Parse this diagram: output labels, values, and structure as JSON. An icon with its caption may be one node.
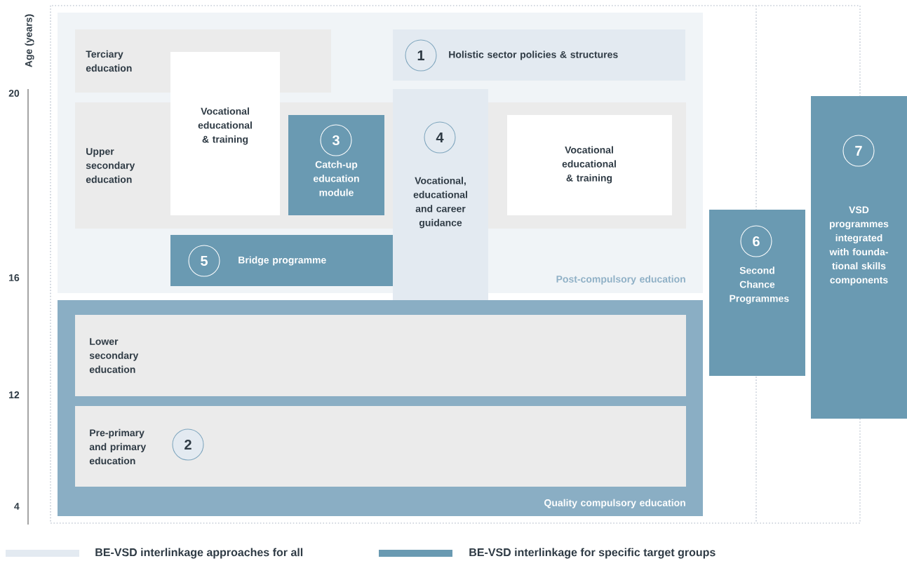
{
  "diagram": {
    "nodes": [
      {
        "text": [
          "Post-compulsory education"
        ]
      },
      {
        "text": [
          "Terciary education"
        ],
        "in": 0
      },
      {
        "text": [
          "Upper secondary education"
        ],
        "in": 0
      },
      {
        "text": [
          "Vocational educational & training"
        ],
        "in": 0
      },
      {
        "text": [
          "Catch-up education module"
        ],
        "in": 2
      },
      {
        "text": [
          "3"
        ],
        "in": 4
      },
      {
        "text": [
          "Vocational educational & training"
        ],
        "in": 2
      },
      {
        "text": [
          "Holistic sector policies & structures"
        ],
        "in": 0
      },
      {
        "text": [
          "1"
        ],
        "in": 7
      },
      {
        "text": [
          "Bridge programme"
        ],
        "in": 0
      },
      {
        "text": [
          "5"
        ],
        "in": 9
      },
      {
        "text": [
          "Vocational, educational and career guidance"
        ]
      },
      {
        "text": [
          "4"
        ]
      },
      {
        "text": [
          "Quality compulsory education"
        ]
      },
      {
        "text": [
          "Lower secondary education"
        ],
        "in": 13
      },
      {
        "text": [
          "Pre-primary and primary education"
        ],
        "in": 13
      },
      {
        "text": [
          "2"
        ],
        "in": 15
      },
      {
        "text": [
          "Second Chance Programmes"
        ]
      },
      {
        "text": [
          "6"
        ],
        "in": 17
      },
      {
        "text": [
          "VSD programmes integrated with founda-tional skills components"
        ]
      },
      {
        "text": [
          "7"
        ],
        "in": 19
      }
    ],
    "labels": [
      "Age (years)",
      "20",
      "16",
      "12",
      "4"
    ],
    "legend": [
      {
        "text": "BE-VSD interlinkage approaches for all",
        "color": "#e3eaf1"
      },
      {
        "text": "BE-VSD interlinkage for specific target groups",
        "color": "#6a9ab2"
      }
    ]
  }
}
